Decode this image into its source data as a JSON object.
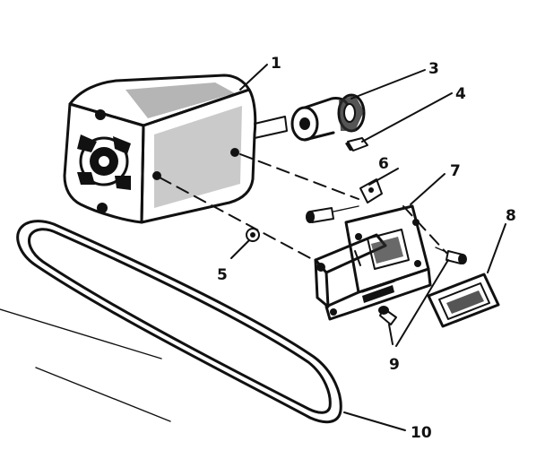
{
  "diagram": {
    "callouts": [
      "1",
      "3",
      "4",
      "5",
      "6",
      "7",
      "8",
      "9",
      "10"
    ]
  }
}
